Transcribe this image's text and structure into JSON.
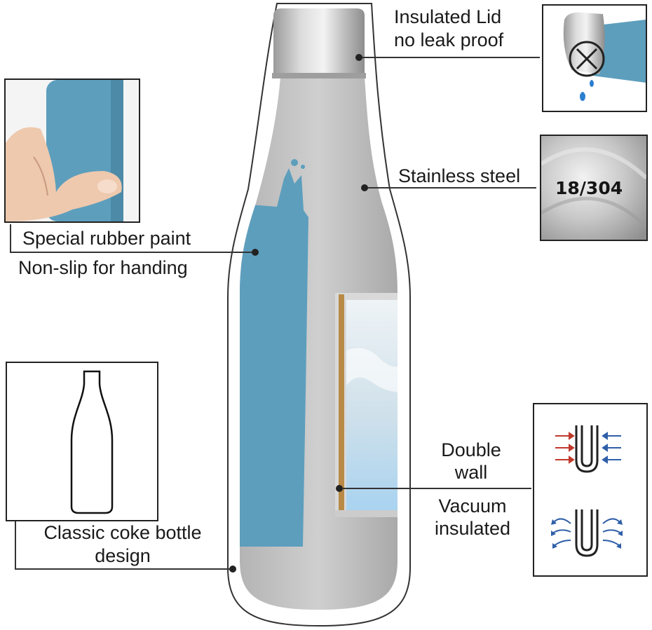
{
  "labels": {
    "lid_line1": "Insulated Lid",
    "lid_line2": "no leak proof",
    "steel": "Stainless steel",
    "rubber_line1": "Special rubber paint",
    "rubber_line2": "Non-slip for handing",
    "wall_line1": "Double",
    "wall_line2": "wall",
    "vacuum_line1": "Vacuum",
    "vacuum_line2": "insulated",
    "shape_line1": "Classic coke bottle",
    "shape_line2": "design"
  },
  "steel_grade": "18/304",
  "icons": [
    "no-leak-icon",
    "steel-texture-icon",
    "hand-grip-icon",
    "bottle-outline-icon",
    "double-wall-icon",
    "vacuum-icon"
  ],
  "colors": {
    "paint": "#5d9ebd",
    "steel": "#c4c4c4",
    "cap": "#b5b5b5",
    "hot_arrow": "#c0392b",
    "cold_arrow": "#2f5fa8"
  }
}
